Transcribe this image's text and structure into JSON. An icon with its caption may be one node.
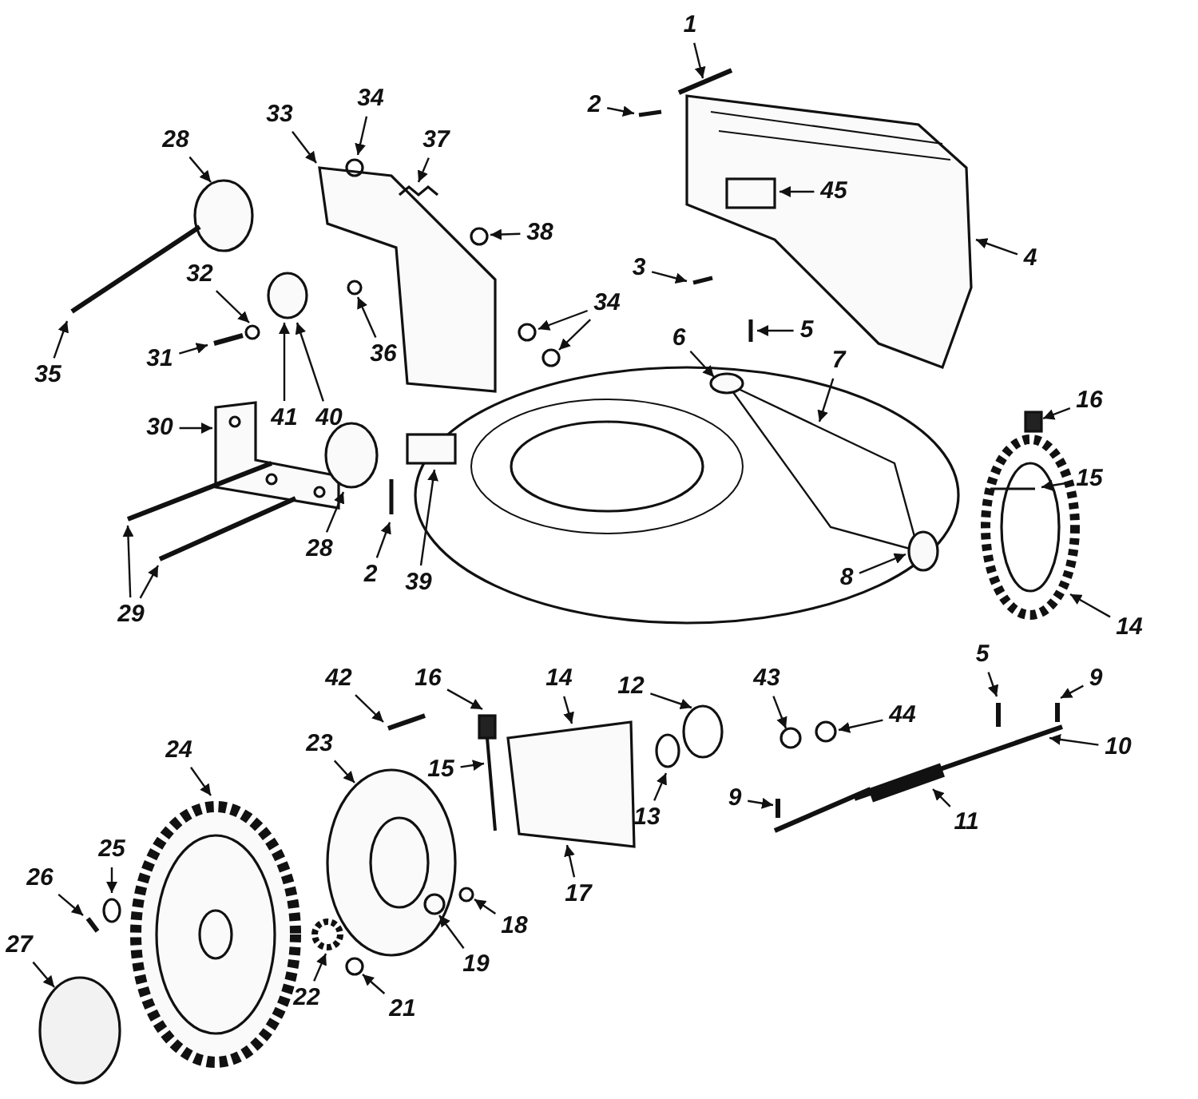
{
  "diagram": {
    "nodes": [
      {
        "text": [
          "1"
        ]
      },
      {
        "text": [
          "2"
        ]
      },
      {
        "text": [
          "33"
        ]
      },
      {
        "text": [
          "34"
        ]
      },
      {
        "text": [
          "37"
        ]
      },
      {
        "text": [
          "45"
        ]
      },
      {
        "text": [
          "28"
        ]
      },
      {
        "text": [
          "4"
        ]
      },
      {
        "text": [
          "38"
        ]
      },
      {
        "text": [
          "3"
        ]
      },
      {
        "text": [
          "35"
        ]
      },
      {
        "text": [
          "32"
        ]
      },
      {
        "text": [
          "36"
        ]
      },
      {
        "text": [
          "34"
        ]
      },
      {
        "text": [
          "5"
        ]
      },
      {
        "text": [
          "31"
        ]
      },
      {
        "text": [
          "41"
        ]
      },
      {
        "text": [
          "40"
        ]
      },
      {
        "text": [
          "6"
        ]
      },
      {
        "text": [
          "7"
        ]
      },
      {
        "text": [
          "16"
        ]
      },
      {
        "text": [
          "30"
        ]
      },
      {
        "text": [
          "15"
        ]
      },
      {
        "text": [
          "28"
        ]
      },
      {
        "text": [
          "39"
        ]
      },
      {
        "text": [
          "2"
        ]
      },
      {
        "text": [
          "8"
        ]
      },
      {
        "text": [
          "29"
        ]
      },
      {
        "text": [
          "14"
        ]
      },
      {
        "text": [
          "5"
        ]
      },
      {
        "text": [
          "9"
        ]
      },
      {
        "text": [
          "14"
        ]
      },
      {
        "text": [
          "16"
        ]
      },
      {
        "text": [
          "12"
        ]
      },
      {
        "text": [
          "42"
        ]
      },
      {
        "text": [
          "23"
        ]
      },
      {
        "text": [
          "44"
        ]
      },
      {
        "text": [
          "10"
        ]
      },
      {
        "text": [
          "15"
        ]
      },
      {
        "text": [
          "9"
        ]
      },
      {
        "text": [
          "43"
        ]
      },
      {
        "text": [
          "24"
        ]
      },
      {
        "text": [
          "13"
        ]
      },
      {
        "text": [
          "11"
        ]
      },
      {
        "text": [
          "17"
        ]
      },
      {
        "text": [
          "25"
        ]
      },
      {
        "text": [
          "26"
        ]
      },
      {
        "text": [
          "19"
        ]
      },
      {
        "text": [
          "18"
        ]
      },
      {
        "text": [
          "27"
        ]
      },
      {
        "text": [
          "22"
        ]
      },
      {
        "text": [
          "21"
        ]
      }
    ],
    "edges": [
      {
        "from": 0,
        "to": null,
        "arrow": "to"
      },
      {
        "from": 1,
        "to": null,
        "arrow": "to"
      },
      {
        "from": 2,
        "to": null,
        "arrow": "to"
      },
      {
        "from": 3,
        "to": null,
        "arrow": "to"
      },
      {
        "from": 4,
        "to": null,
        "arrow": "to"
      },
      {
        "from": 5,
        "to": null,
        "arrow": "to"
      },
      {
        "from": 6,
        "to": null,
        "arrow": "to"
      },
      {
        "from": 7,
        "to": null,
        "arrow": "to"
      },
      {
        "from": 8,
        "to": null,
        "arrow": "to"
      },
      {
        "from": 9,
        "to": null,
        "arrow": "to"
      },
      {
        "from": 10,
        "to": null,
        "arrow": "to"
      },
      {
        "from": 11,
        "to": null,
        "arrow": "to"
      },
      {
        "from": 12,
        "to": null,
        "arrow": "to"
      },
      {
        "from": 13,
        "to": null,
        "arrow": "to"
      },
      {
        "from": 13,
        "to": null,
        "arrow": "to"
      },
      {
        "from": 14,
        "to": null,
        "arrow": "to"
      },
      {
        "from": 15,
        "to": null,
        "arrow": "to"
      },
      {
        "from": 16,
        "to": null,
        "arrow": "to"
      },
      {
        "from": 17,
        "to": null,
        "arrow": "to"
      },
      {
        "from": 18,
        "to": null,
        "arrow": "to"
      },
      {
        "from": 19,
        "to": null,
        "arrow": "to"
      },
      {
        "from": 20,
        "to": null,
        "arrow": "to"
      },
      {
        "from": 21,
        "to": null,
        "arrow": "to"
      },
      {
        "from": 22,
        "to": null,
        "arrow": "to"
      },
      {
        "from": 23,
        "to": null,
        "arrow": "to"
      },
      {
        "from": 24,
        "to": null,
        "arrow": "to"
      },
      {
        "from": 25,
        "to": null,
        "arrow": "to"
      },
      {
        "from": 26,
        "to": null,
        "arrow": "to"
      },
      {
        "from": 27,
        "to": null,
        "arrow": "to"
      },
      {
        "from": 27,
        "to": null,
        "arrow": "to"
      },
      {
        "from": 28,
        "to": null,
        "arrow": "to"
      },
      {
        "from": 29,
        "to": null,
        "arrow": "to"
      },
      {
        "from": 30,
        "to": null,
        "arrow": "to"
      },
      {
        "from": 31,
        "to": null,
        "arrow": "to"
      },
      {
        "from": 32,
        "to": null,
        "arrow": "to"
      },
      {
        "from": 33,
        "to": null,
        "arrow": "to"
      },
      {
        "from": 34,
        "to": null,
        "arrow": "to"
      },
      {
        "from": 35,
        "to": null,
        "arrow": "to"
      },
      {
        "from": 36,
        "to": null,
        "arrow": "to"
      },
      {
        "from": 37,
        "to": null,
        "arrow": "to"
      },
      {
        "from": 38,
        "to": null,
        "arrow": "to"
      },
      {
        "from": 39,
        "to": null,
        "arrow": "to"
      },
      {
        "from": 40,
        "to": null,
        "arrow": "to"
      },
      {
        "from": 41,
        "to": null,
        "arrow": "to"
      },
      {
        "from": 42,
        "to": null,
        "arrow": "to"
      },
      {
        "from": 43,
        "to": null,
        "arrow": "to"
      },
      {
        "from": 44,
        "to": null,
        "arrow": "to"
      },
      {
        "from": 45,
        "to": null,
        "arrow": "to"
      },
      {
        "from": 46,
        "to": null,
        "arrow": "to"
      },
      {
        "from": 47,
        "to": null,
        "arrow": "to"
      },
      {
        "from": 48,
        "to": null,
        "arrow": "to"
      },
      {
        "from": 49,
        "to": null,
        "arrow": "to"
      },
      {
        "from": 50,
        "to": null,
        "arrow": "to"
      },
      {
        "from": 51,
        "to": null,
        "arrow": "to"
      }
    ]
  }
}
